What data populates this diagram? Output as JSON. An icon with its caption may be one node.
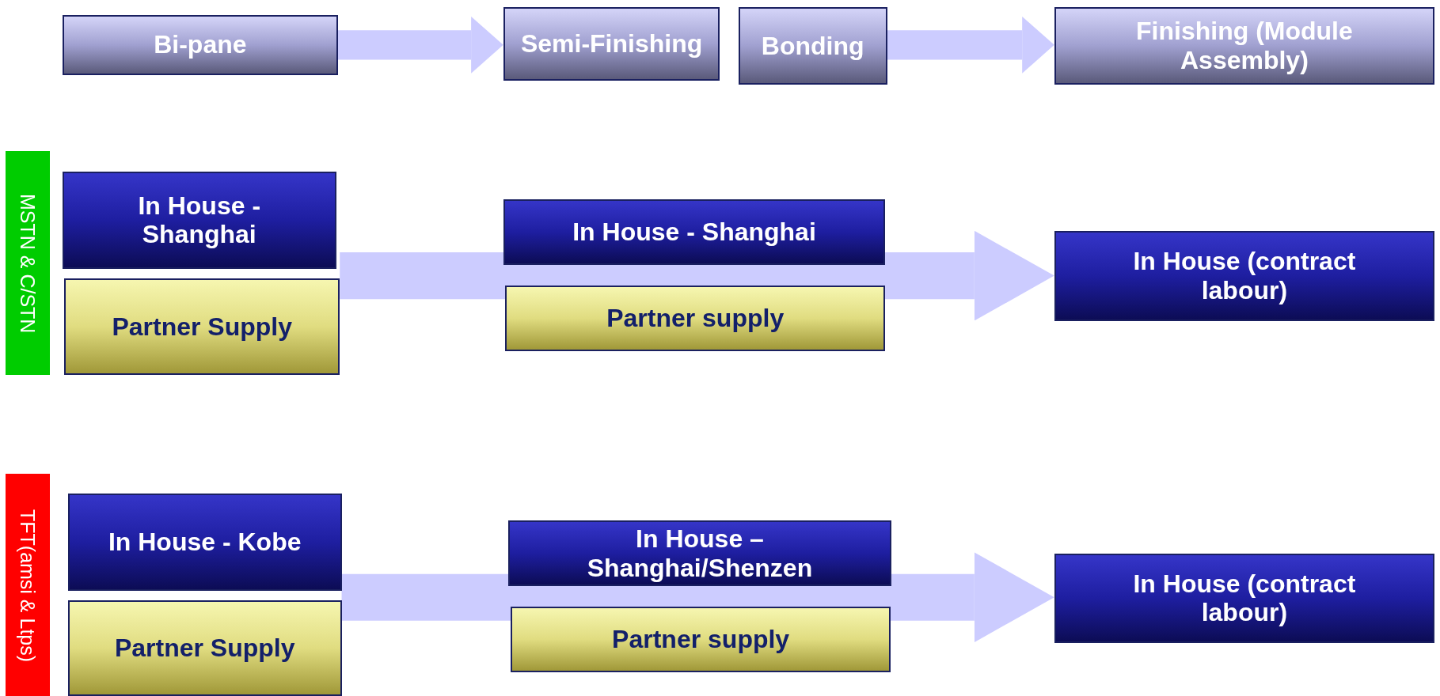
{
  "diagram": {
    "nodes": [
      {
        "text": [
          "Bi-pane"
        ]
      },
      {
        "text": [
          "Semi-Finishing"
        ]
      },
      {
        "text": [
          "Bonding"
        ]
      },
      {
        "text": [
          "Finishing (Module Assembly)"
        ]
      },
      {
        "text": [
          "MSTN & C/STN"
        ]
      },
      {
        "text": [
          "In House - Shanghai"
        ]
      },
      {
        "text": [
          "Partner Supply"
        ]
      },
      {
        "text": [
          "In House - Shanghai"
        ]
      },
      {
        "text": [
          "Partner supply"
        ]
      },
      {
        "text": [
          "In House (contract labour)"
        ]
      },
      {
        "text": [
          "TFT(amsi & Ltps)"
        ]
      },
      {
        "text": [
          "In House - Kobe"
        ]
      },
      {
        "text": [
          "Partner Supply"
        ]
      },
      {
        "text": [
          "In House – Shanghai/Shenzen"
        ]
      },
      {
        "text": [
          "Partner supply"
        ]
      },
      {
        "text": [
          "In House (contract labour)"
        ]
      }
    ],
    "edges": [
      {
        "from": 0,
        "to": 1,
        "arrow": "to"
      },
      {
        "from": 2,
        "to": 3,
        "arrow": "to"
      },
      {
        "from": 5,
        "to": 9,
        "arrow": "to"
      },
      {
        "from": 6,
        "to": 9,
        "arrow": "to"
      },
      {
        "from": 11,
        "to": 15,
        "arrow": "to"
      },
      {
        "from": 12,
        "to": 15,
        "arrow": "to"
      }
    ]
  }
}
